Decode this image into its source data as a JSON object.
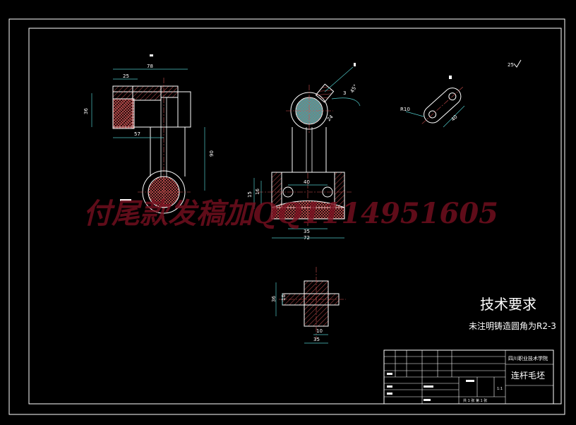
{
  "drawing": {
    "part_name": "连杆毛坯",
    "school": "四川职业技术学院",
    "scale": "1:1",
    "sheet_info": "共 1 张 第 1 张"
  },
  "requirements": {
    "heading": "技术要求",
    "note": "未注明铸造圆角为R2-3"
  },
  "watermark": "付尾款发稿加QQ1114951605",
  "roughness": "25",
  "dimensions": {
    "front_top": "78",
    "front_25": "25",
    "front_h36": "36",
    "front_57": "57",
    "front_90": "90",
    "side_3": "3",
    "side_45": "45°",
    "side_24": "24",
    "side_15": "15",
    "side_16": "16",
    "side_40": "40",
    "side_35": "35",
    "side_72": "72",
    "detail_r10": "R10",
    "detail_40": "40",
    "sec_36": "36",
    "sec_10v": "10",
    "sec_10h": "10",
    "sec_35": "35"
  },
  "colors": {
    "lines": "#ffffff",
    "hatch": "#c85050",
    "centerline": "#d05050",
    "dimension": "#50c8c8",
    "watermark": "#7a1020",
    "boss_fill": "#3aa8a8"
  }
}
